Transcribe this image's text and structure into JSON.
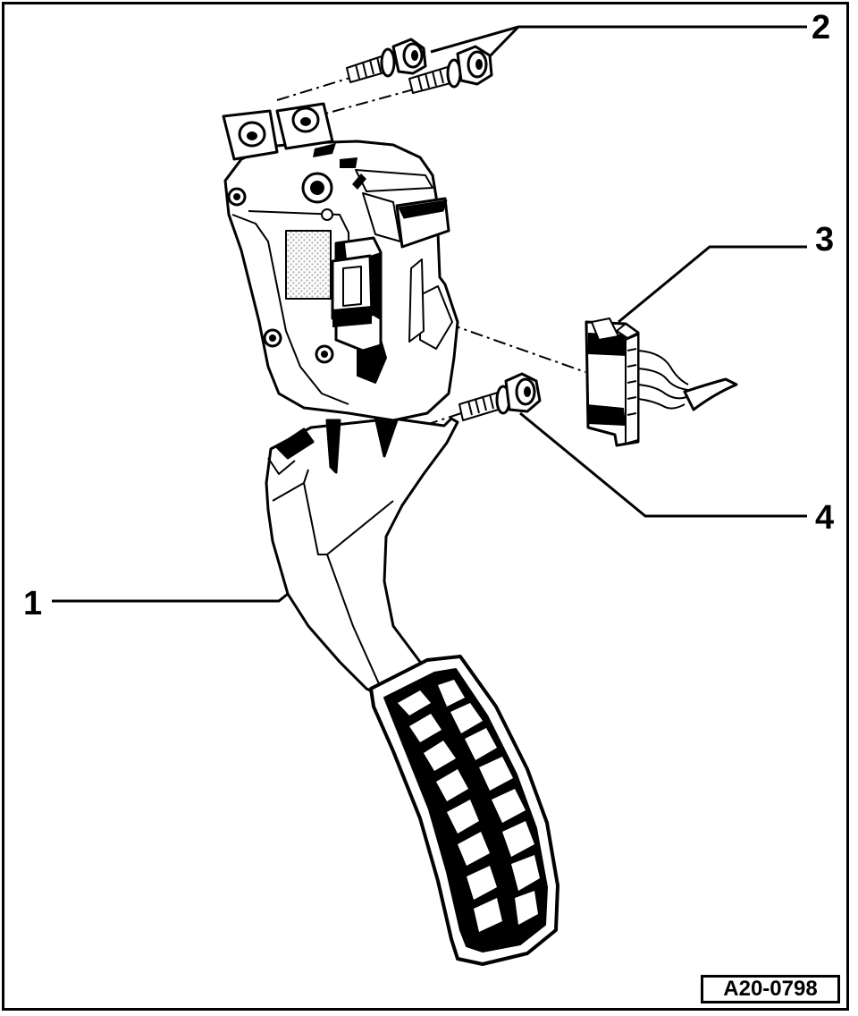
{
  "diagram": {
    "callouts": {
      "c1": "1",
      "c2": "2",
      "c3": "3",
      "c4": "4"
    },
    "reference_code": "A20-0798",
    "colors": {
      "ink": "#000000",
      "paper": "#ffffff",
      "shade": "#b8b8b8"
    }
  }
}
